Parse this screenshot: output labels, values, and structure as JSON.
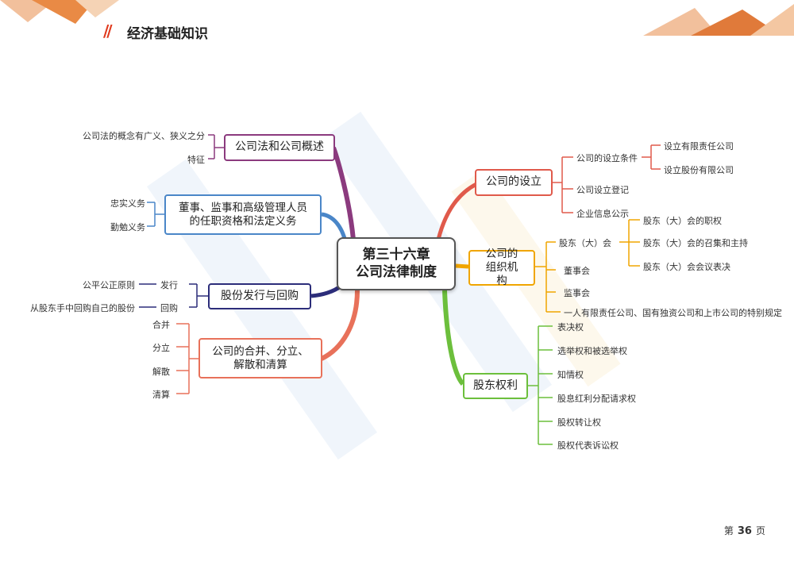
{
  "header": {
    "mark": "//",
    "title": "经济基础知识"
  },
  "central": {
    "line1": "第三十六章",
    "line2": "公司法律制度"
  },
  "left_branches": {
    "overview": {
      "label": "公司法和公司概述",
      "items": [
        "公司法的概念有广义、狭义之分",
        "特征"
      ]
    },
    "directors": {
      "label": "董事、监事和高级管理人员的任职资格和法定义务",
      "items": [
        "忠实义务",
        "勤勉义务"
      ]
    },
    "shares": {
      "label": "股份发行与回购",
      "items": [
        {
          "label": "发行",
          "sub": "公平公正原则"
        },
        {
          "label": "回购",
          "sub": "从股东手中回购自己的股份"
        }
      ]
    },
    "merger": {
      "label": "公司的合并、分立、解散和清算",
      "items": [
        "合并",
        "分立",
        "解散",
        "清算"
      ]
    }
  },
  "right_branches": {
    "establish": {
      "label": "公司的设立",
      "items": [
        {
          "label": "公司的设立条件",
          "sub": [
            "设立有限责任公司",
            "设立股份有限公司"
          ]
        },
        {
          "label": "公司设立登记"
        },
        {
          "label": "企业信息公示"
        }
      ]
    },
    "org": {
      "label": "公司的组织机构",
      "items": [
        {
          "label": "股东（大）会",
          "sub": [
            "股东（大）会的职权",
            "股东（大）会的召集和主持",
            "股东（大）会会议表决"
          ]
        },
        {
          "label": "董事会"
        },
        {
          "label": "监事会"
        },
        {
          "label": "一人有限责任公司、国有独资公司和上市公司的特别规定"
        }
      ]
    },
    "rights": {
      "label": "股东权利",
      "items": [
        "表决权",
        "选举权和被选举权",
        "知情权",
        "股息红利分配请求权",
        "股权转让权",
        "股权代表诉讼权"
      ]
    }
  },
  "footer": {
    "prefix": "第",
    "page": "36",
    "suffix": "页"
  },
  "colors": {
    "purple": "#8b3a7e",
    "blue": "#4a86c8",
    "navy": "#2c2d7a",
    "salmon": "#e8715a",
    "red": "#e05a4b",
    "orange": "#f0a500",
    "green": "#6cbf3c",
    "accent": "#e03a1e"
  },
  "decor_icons": [
    "header-triangles-left",
    "header-triangles-right",
    "watermark"
  ]
}
